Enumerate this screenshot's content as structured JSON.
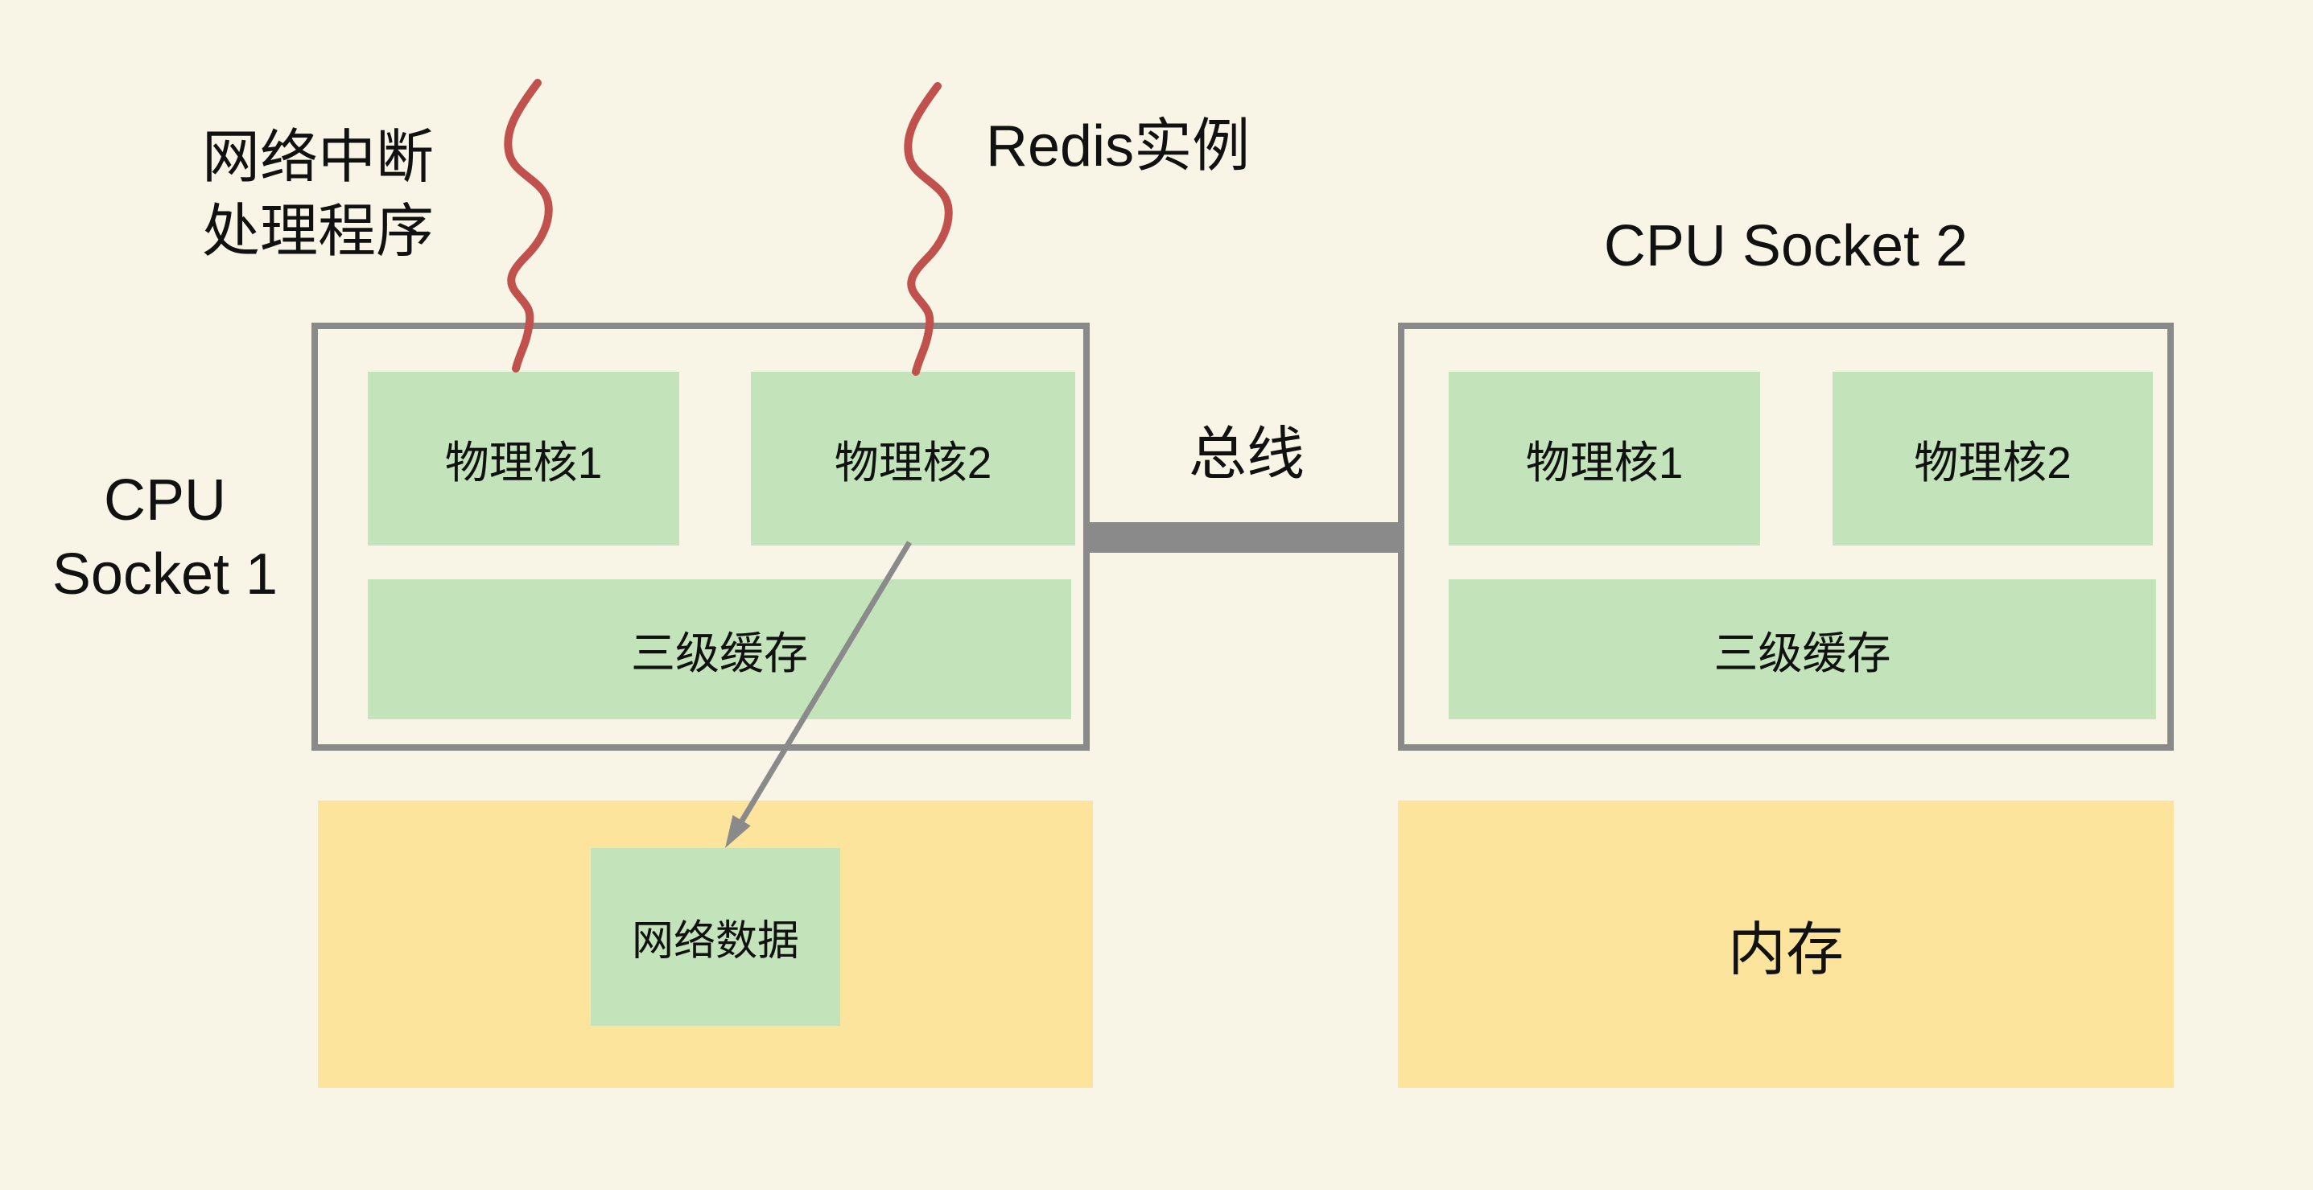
{
  "colors": {
    "background": "#f8f4e6",
    "box_green": "#c3e4bb",
    "memory_yellow": "#fde49c",
    "line_gray": "#8a8a8a",
    "squiggle_red": "#c0514c",
    "text": "#111111"
  },
  "annotations": {
    "interrupt_handler_line1": "网络中断",
    "interrupt_handler_line2": "处理程序",
    "redis_instance": "Redis实例",
    "bus": "总线"
  },
  "socket1": {
    "title_line1": "CPU",
    "title_line2": "Socket 1",
    "core1": "物理核1",
    "core2": "物理核2",
    "cache": "三级缓存"
  },
  "socket2": {
    "title": "CPU Socket 2",
    "core1": "物理核1",
    "core2": "物理核2",
    "cache": "三级缓存"
  },
  "memory_left": {
    "network_data": "网络数据"
  },
  "memory_right": {
    "label": "内存"
  }
}
